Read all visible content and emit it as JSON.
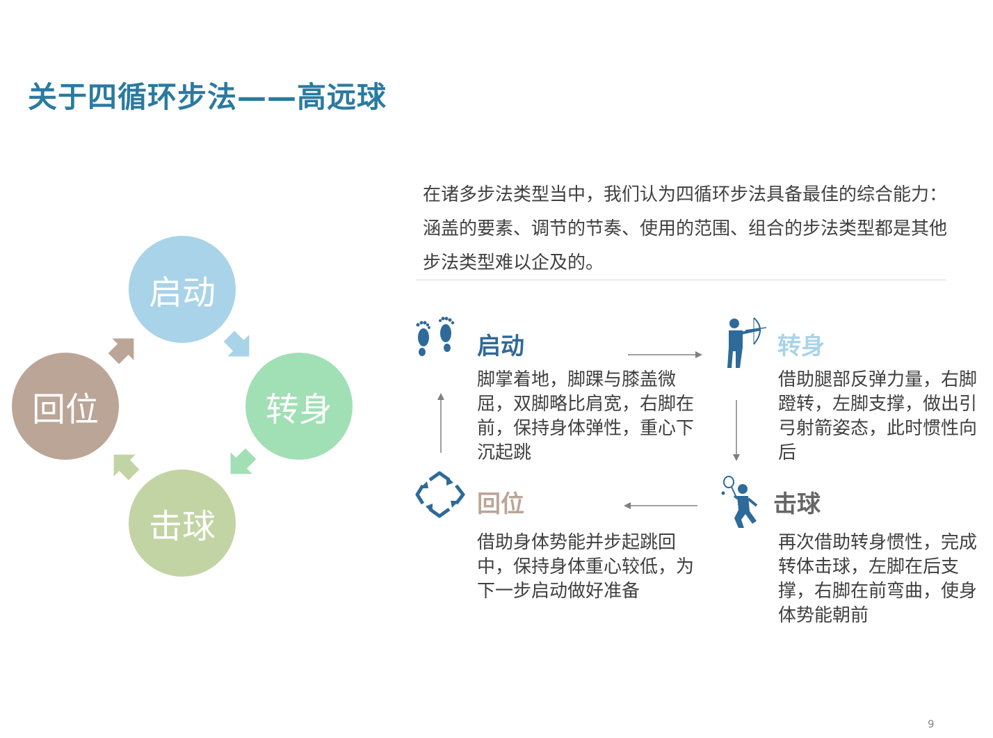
{
  "title": "关于四循环步法——高远球",
  "intro": "在诸多步法类型当中，我们认为四循环步法具备最佳的综合能力：涵盖的要素、调节的节奏、使用的范围、组合的步法类型都是其他步法类型难以企及的。",
  "cycle": {
    "start": "启动",
    "turn": "转身",
    "hit": "击球",
    "return": "回位"
  },
  "steps": {
    "start": {
      "title": "启动",
      "desc": "脚掌着地，脚踝与膝盖微屈，双脚略比肩宽，右脚在前，保持身体弹性，重心下沉起跳",
      "icon": "footprints-icon"
    },
    "turn": {
      "title": "转身",
      "desc": "借助腿部反弹力量，右脚蹬转，左脚支撑，做出引弓射箭姿态，此时惯性向后",
      "icon": "archer-icon"
    },
    "hit": {
      "title": "击球",
      "desc": "再次借助转身惯性，完成转体击球，左脚在后支撑，右脚在前弯曲，使身体势能朝前",
      "icon": "badminton-player-icon"
    },
    "return": {
      "title": "回位",
      "desc": "借助身体势能并步起跳回中，保持身体重心较低，为下一步启动做好准备",
      "icon": "cycle-arrows-icon"
    }
  },
  "page_number": "9",
  "colors": {
    "title": "#2a7aa0",
    "start": "#a9d3e8",
    "turn": "#a1dfb5",
    "hit": "#c2d4a3",
    "return": "#bba597",
    "icon_blue": "#2e6a9a"
  }
}
